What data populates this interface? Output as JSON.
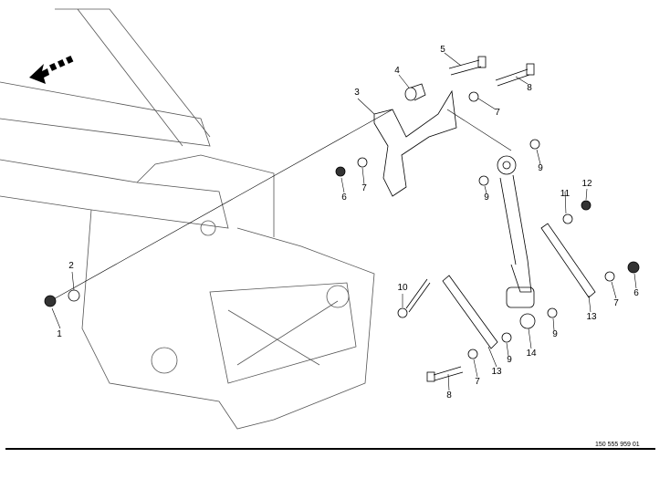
{
  "diagram": {
    "drawing_number": "150 555 959 01",
    "callouts": [
      "1",
      "2",
      "3",
      "4",
      "5",
      "6",
      "7",
      "7",
      "8",
      "9",
      "9",
      "11",
      "12",
      "13",
      "13",
      "14",
      "9",
      "9",
      "10",
      "8",
      "7",
      "7",
      "6"
    ],
    "parts": [
      "frame",
      "bracket",
      "spacer",
      "bolt",
      "shock-absorber",
      "link-plate",
      "washer",
      "nut"
    ]
  }
}
